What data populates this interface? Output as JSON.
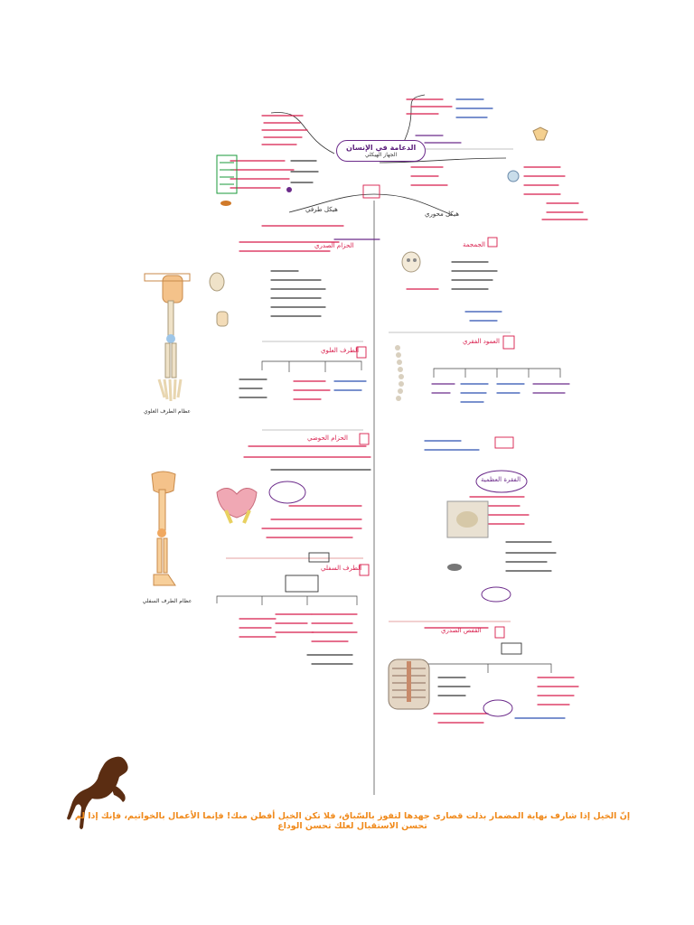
{
  "diagram": {
    "title": "الدعامة في الإنسان",
    "subtitle": "الجهاز الهيكلي",
    "branches": {
      "axial": "هيكل محوري",
      "appendicular": "هيكل طرفي",
      "skull": "الجمجمة",
      "spine": "العمود الفقري",
      "vertebra": "الفقرة العظمية",
      "ribcage": "القفص الصدري",
      "upper_limb": "الطرف العلوي",
      "lower_limb": "الطرف السفلي",
      "shoulder_girdle": "الحزام الصدري",
      "pelvic_girdle": "الحزام الحوضي"
    },
    "captions": {
      "upper_skeleton": "عظام الطرف العلوي",
      "lower_skeleton": "عظام الطرف السفلي"
    }
  },
  "footer": {
    "quote": "إنّ الخيل إذا شارف نهاية المضمار بذلت قصارى جهدها لتفوز بالسّباق، فلا تكن الخيل أفطن منك! فإنما الأعمال بالخواتيم، فإنك إذا لم تحسن الاستقبال لعلك تحسن الوداع"
  },
  "colors": {
    "accent_red": "#d81b4a",
    "accent_purple": "#6b2a8a",
    "accent_green": "#1a9a3a",
    "accent_blue": "#2a4fb0",
    "quote_orange": "#f08a1c"
  }
}
